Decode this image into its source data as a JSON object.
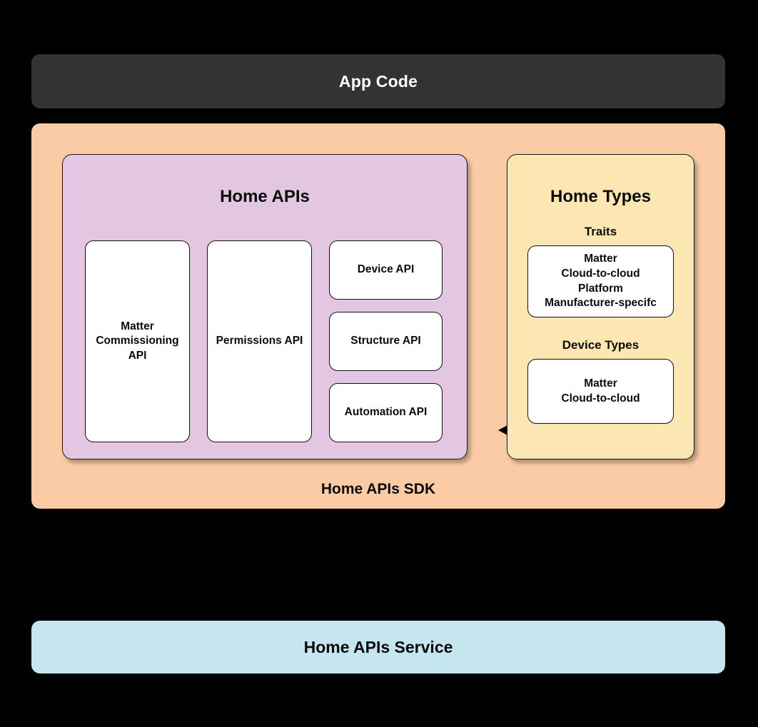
{
  "diagram": {
    "title": "Home APIs architecture",
    "colors": {
      "background": "#000000",
      "app_code_bar": "#333333",
      "sdk_container": "#facba5",
      "home_apis_panel": "#e2c6e2",
      "home_types_panel": "#fce7b2",
      "service_bar": "#c5e5ef",
      "card": "#ffffff",
      "text_dark": "#0b0b0b",
      "text_light": "#ffffff"
    }
  },
  "app_code": {
    "label": "App Code"
  },
  "sdk": {
    "label": "Home APIs SDK"
  },
  "home_apis": {
    "title": "Home APIs",
    "cards": [
      {
        "label": "Matter\nCommissioning\nAPI",
        "name": "matter-commissioning-api"
      },
      {
        "label": "Permissions API",
        "name": "permissions-api"
      },
      {
        "label": "Device API",
        "name": "device-api"
      },
      {
        "label": "Structure API",
        "name": "structure-api"
      },
      {
        "label": "Automation API",
        "name": "automation-api"
      }
    ]
  },
  "home_types": {
    "title": "Home Types",
    "sections": [
      {
        "heading": "Traits",
        "items": "Matter\nCloud-to-cloud\nPlatform\nManufacturer-specifc"
      },
      {
        "heading": "Device Types",
        "items": "Matter\nCloud-to-cloud"
      }
    ]
  },
  "connector": {
    "name": "bidirectional-arrow",
    "direction": "both"
  },
  "service": {
    "label": "Home APIs Service"
  }
}
